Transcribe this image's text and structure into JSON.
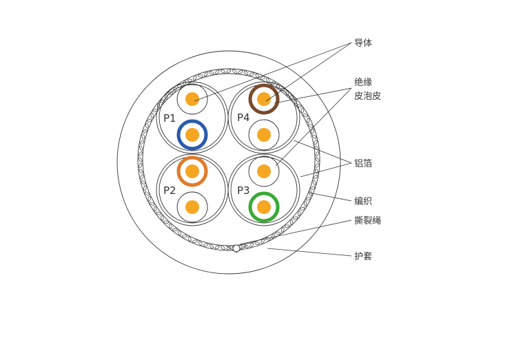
{
  "labels": {
    "conductor": "导体",
    "insulation_line1": "绝缘",
    "insulation_line2": "皮泡皮",
    "foil": "铝箔",
    "braid": "编织",
    "ripcord": "撕裂绳",
    "jacket": "护套"
  },
  "pairs": {
    "p1": "P1",
    "p2": "P2",
    "p3": "P3",
    "p4": "P4"
  },
  "colors": {
    "conductor": "#f5a623",
    "outline": "#333333",
    "blue": "#2b5bab",
    "orange": "#e07b2a",
    "green": "#3aaa35",
    "brown": "#7a4a2a"
  }
}
